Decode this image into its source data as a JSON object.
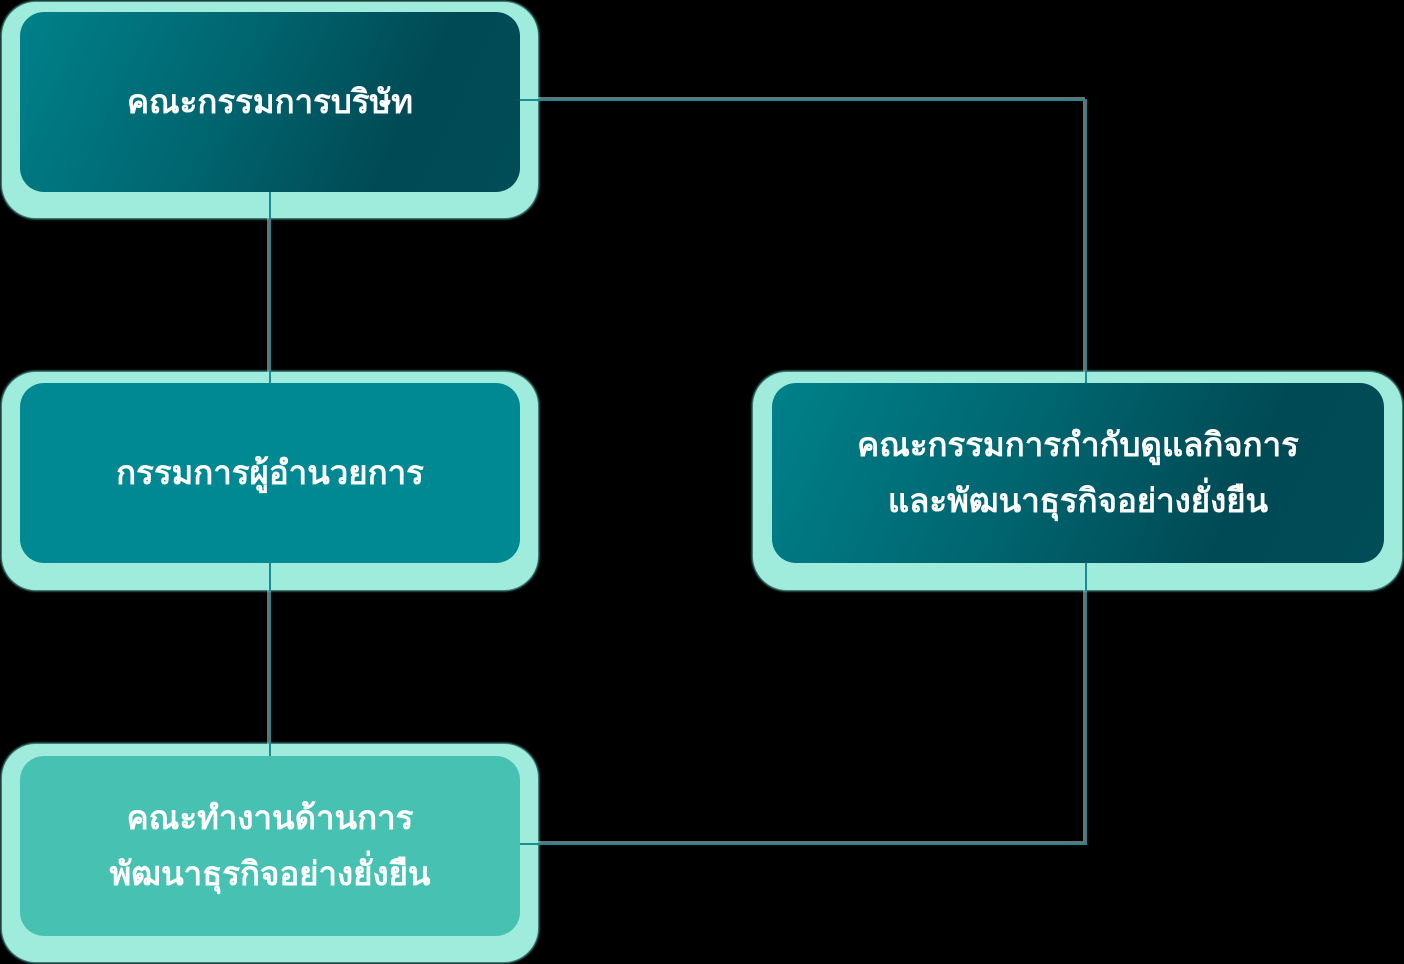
{
  "diagram": {
    "type": "org-chart",
    "colors": {
      "background": "#000000",
      "glow": "#9FEBDC",
      "dark_gradient_start": "#00818A",
      "dark_gradient_end": "#004A55",
      "mid": "#008893",
      "light": "#47C2B2",
      "connector": "#1B8C94",
      "text": "#FFFFFF"
    },
    "nodes": [
      {
        "id": "board",
        "label_lines": [
          "คณะกรรมการบริษัท"
        ],
        "style": "dark-gradient"
      },
      {
        "id": "managing-director",
        "label_lines": [
          "กรรมการผู้อำนวยการ"
        ],
        "style": "mid"
      },
      {
        "id": "sustainability-working-group",
        "label_lines": [
          "คณะทำงานด้านการ",
          "พัฒนาธุรกิจอย่างยั่งยืน"
        ],
        "style": "light"
      },
      {
        "id": "governance-sustainability-committee",
        "label_lines": [
          "คณะกรรมการกำกับดูแลกิจการ",
          "และพัฒนาธุรกิจอย่างยั่งยืน"
        ],
        "style": "dark-gradient"
      }
    ],
    "edges": [
      {
        "from": "board",
        "to": "managing-director"
      },
      {
        "from": "managing-director",
        "to": "sustainability-working-group"
      },
      {
        "from": "board",
        "to": "governance-sustainability-committee"
      },
      {
        "from": "governance-sustainability-committee",
        "to": "sustainability-working-group"
      }
    ]
  }
}
